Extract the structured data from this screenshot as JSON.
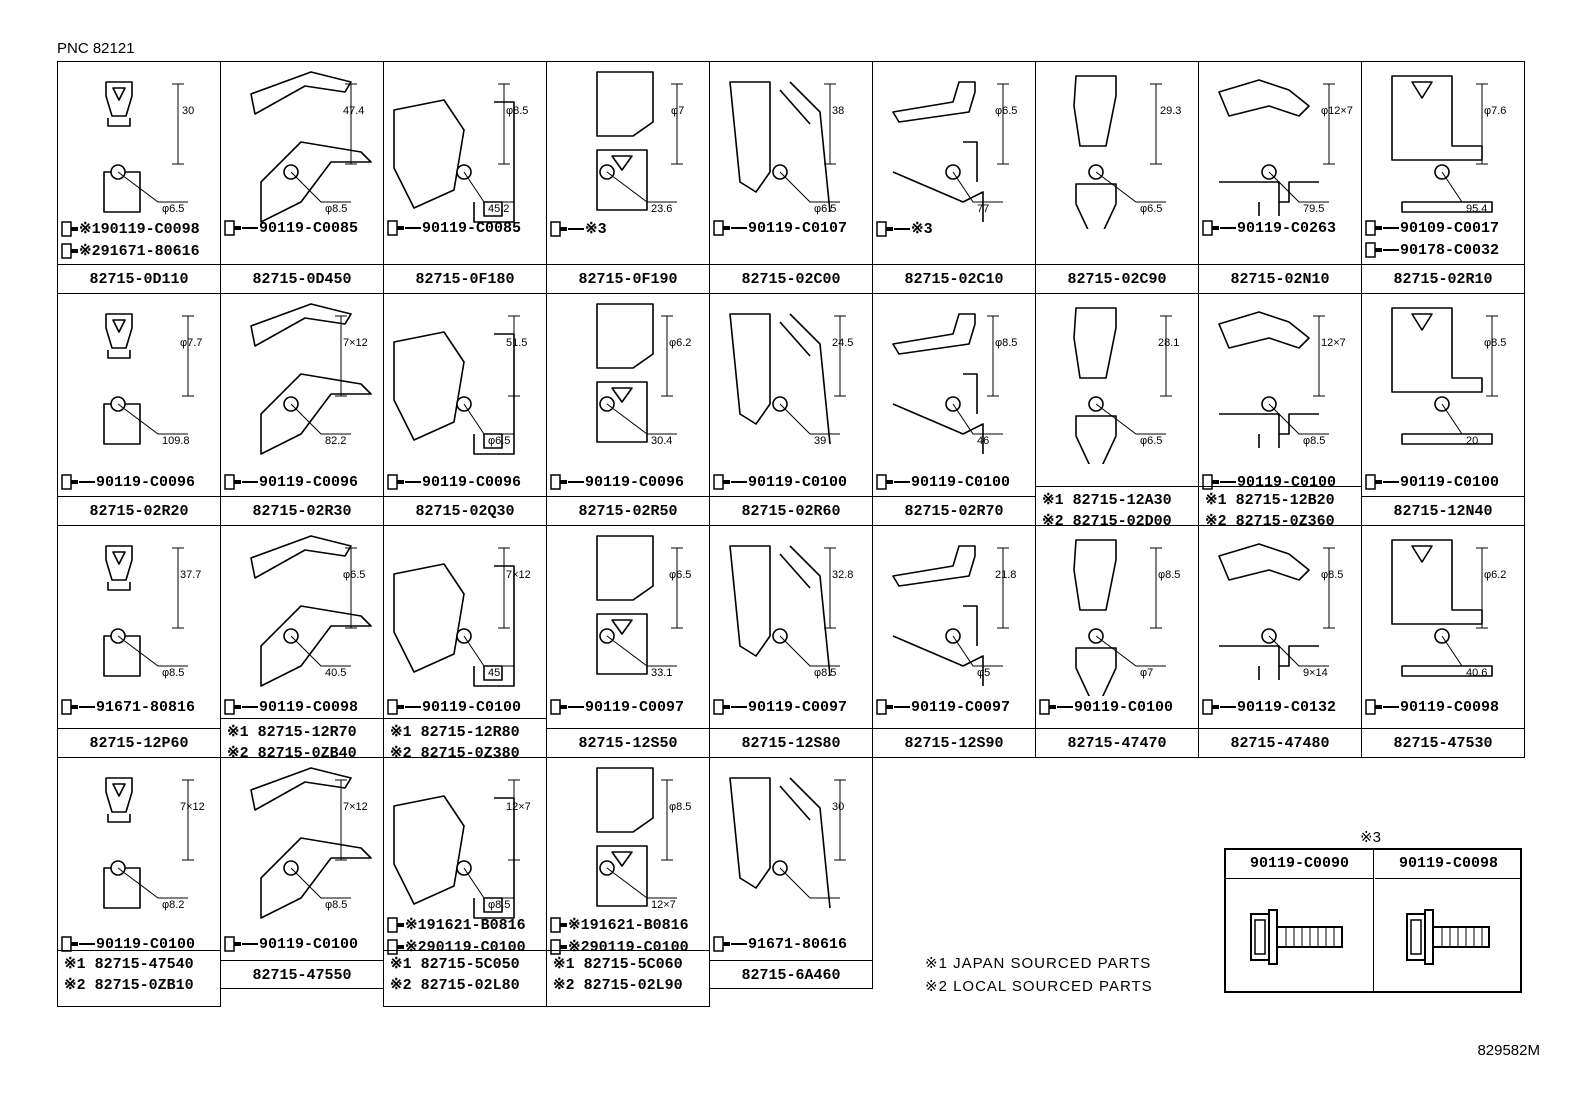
{
  "header": "PNC 82121",
  "footer": "829582M",
  "legend": [
    "※1 JAPAN SOURCED PARTS",
    "※2 LOCAL SOURCED PARTS"
  ],
  "table": {
    "title": "※3",
    "columns": [
      "90119-C0090",
      "90119-C0098"
    ]
  },
  "cells": [
    {
      "bolts": [
        "※190119-C0098",
        "※291671-80616"
      ],
      "part": [
        "82715-0D110"
      ],
      "dims": [
        "30",
        "φ6.5"
      ]
    },
    {
      "bolts": [
        "90119-C0085"
      ],
      "part": [
        "82715-0D450"
      ],
      "dims": [
        "47.4",
        "φ8.5"
      ]
    },
    {
      "bolts": [
        "90119-C0085"
      ],
      "part": [
        "82715-0F180"
      ],
      "dims": [
        "φ8.5",
        "45.2"
      ]
    },
    {
      "bolts": [
        "※3"
      ],
      "part": [
        "82715-0F190"
      ],
      "dims": [
        "φ7",
        "23.6"
      ]
    },
    {
      "bolts": [
        "90119-C0107"
      ],
      "part": [
        "82715-02C00"
      ],
      "dims": [
        "38",
        "φ6.5"
      ]
    },
    {
      "bolts": [
        "※3"
      ],
      "part": [
        "82715-02C10"
      ],
      "dims": [
        "φ6.5",
        "77"
      ]
    },
    {
      "bolts": [],
      "part": [
        "82715-02C90"
      ],
      "dims": [
        "29.3",
        "φ6.5"
      ]
    },
    {
      "bolts": [
        "90119-C0263"
      ],
      "part": [
        "82715-02N10"
      ],
      "dims": [
        "φ12×7",
        "79.5"
      ]
    },
    {
      "bolts": [
        "90109-C0017",
        "90178-C0032"
      ],
      "part": [
        "82715-02R10"
      ],
      "dims": [
        "φ7.6",
        "95.4"
      ]
    },
    {
      "bolts": [
        "90119-C0096"
      ],
      "part": [
        "82715-02R20"
      ],
      "dims": [
        "φ7.7",
        "109.8"
      ]
    },
    {
      "bolts": [
        "90119-C0096"
      ],
      "part": [
        "82715-02R30"
      ],
      "dims": [
        "7×12",
        "82.2"
      ]
    },
    {
      "bolts": [
        "90119-C0096"
      ],
      "part": [
        "82715-02Q30"
      ],
      "dims": [
        "51.5",
        "φ6.5"
      ]
    },
    {
      "bolts": [
        "90119-C0096"
      ],
      "part": [
        "82715-02R50"
      ],
      "dims": [
        "φ6.2",
        "30.4"
      ]
    },
    {
      "bolts": [
        "90119-C0100"
      ],
      "part": [
        "82715-02R60"
      ],
      "dims": [
        "24.5",
        "39"
      ]
    },
    {
      "bolts": [
        "90119-C0100"
      ],
      "part": [
        "82715-02R70"
      ],
      "dims": [
        "φ8.5",
        "46"
      ]
    },
    {
      "bolts": [],
      "part": [
        "※1 82715-12A30",
        "※2 82715-02D00"
      ],
      "dims": [
        "28.1",
        "φ6.5"
      ]
    },
    {
      "bolts": [
        "90119-C0100"
      ],
      "part": [
        "※1 82715-12B20",
        "※2 82715-0Z360"
      ],
      "dims": [
        "12×7",
        "φ8.5"
      ]
    },
    {
      "bolts": [
        "90119-C0100"
      ],
      "part": [
        "82715-12N40"
      ],
      "dims": [
        "φ8.5",
        "20"
      ]
    },
    {
      "bolts": [
        "91671-80816"
      ],
      "part": [
        "82715-12P60"
      ],
      "dims": [
        "37.7",
        "φ8.5"
      ]
    },
    {
      "bolts": [
        "90119-C0098"
      ],
      "part": [
        "※1 82715-12R70",
        "※2 82715-0ZB40"
      ],
      "dims": [
        "φ6.5",
        "40.5"
      ]
    },
    {
      "bolts": [
        "90119-C0100"
      ],
      "part": [
        "※1 82715-12R80",
        "※2 82715-0Z380"
      ],
      "dims": [
        "7×12",
        "45"
      ]
    },
    {
      "bolts": [
        "90119-C0097"
      ],
      "part": [
        "82715-12S50"
      ],
      "dims": [
        "φ6.5",
        "33.1"
      ]
    },
    {
      "bolts": [
        "90119-C0097"
      ],
      "part": [
        "82715-12S80"
      ],
      "dims": [
        "32.8",
        "φ8.5"
      ]
    },
    {
      "bolts": [
        "90119-C0097"
      ],
      "part": [
        "82715-12S90"
      ],
      "dims": [
        "21.8",
        "φ5"
      ]
    },
    {
      "bolts": [
        "90119-C0100"
      ],
      "part": [
        "82715-47470"
      ],
      "dims": [
        "φ8.5",
        "φ7"
      ]
    },
    {
      "bolts": [
        "90119-C0132"
      ],
      "part": [
        "82715-47480"
      ],
      "dims": [
        "φ8.5",
        "9×14"
      ]
    },
    {
      "bolts": [
        "90119-C0098"
      ],
      "part": [
        "82715-47530"
      ],
      "dims": [
        "φ6.2",
        "40.6"
      ]
    },
    {
      "bolts": [
        "90119-C0100"
      ],
      "part": [
        "※1 82715-47540",
        "※2 82715-0ZB10"
      ],
      "dims": [
        "7×12",
        "φ8.2"
      ]
    },
    {
      "bolts": [
        "90119-C0100"
      ],
      "part": [
        "82715-47550"
      ],
      "dims": [
        "7×12",
        "φ8.5"
      ]
    },
    {
      "bolts": [
        "※191621-B0816",
        "※290119-C0100"
      ],
      "part": [
        "※1 82715-5C050",
        "※2 82715-02L80"
      ],
      "dims": [
        "12×7",
        "φ8.5"
      ]
    },
    {
      "bolts": [
        "※191621-B0816",
        "※290119-C0100"
      ],
      "part": [
        "※1 82715-5C060",
        "※2 82715-02L90"
      ],
      "dims": [
        "φ8.5",
        "12×7"
      ]
    },
    {
      "bolts": [
        "91671-80616"
      ],
      "part": [
        "82715-6A460"
      ],
      "dims": [
        "30"
      ]
    }
  ]
}
